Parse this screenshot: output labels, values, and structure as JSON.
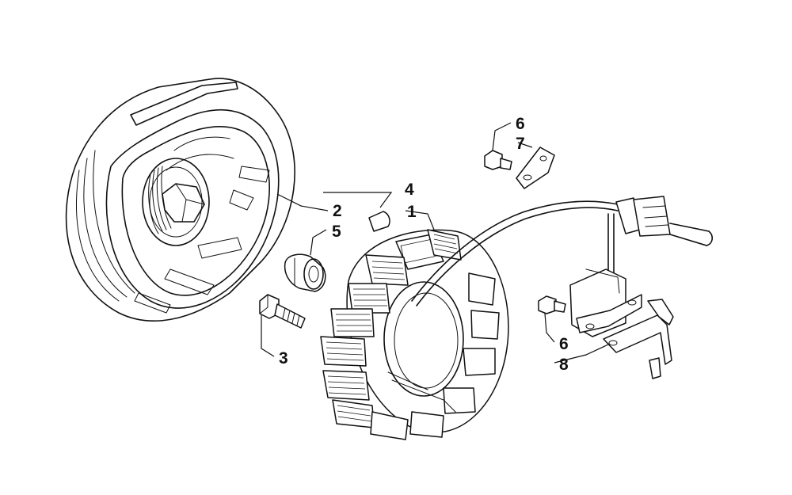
{
  "diagram": {
    "callouts": {
      "stator": "1",
      "flywheel": "2",
      "flywheel_bolt": "3",
      "key": "4",
      "nut": "5",
      "screw_upper": "6",
      "bracket_upper": "7",
      "screw_lower": "6",
      "bracket_lower": "8"
    },
    "colors": {
      "line": "#111111",
      "background": "#ffffff"
    }
  }
}
